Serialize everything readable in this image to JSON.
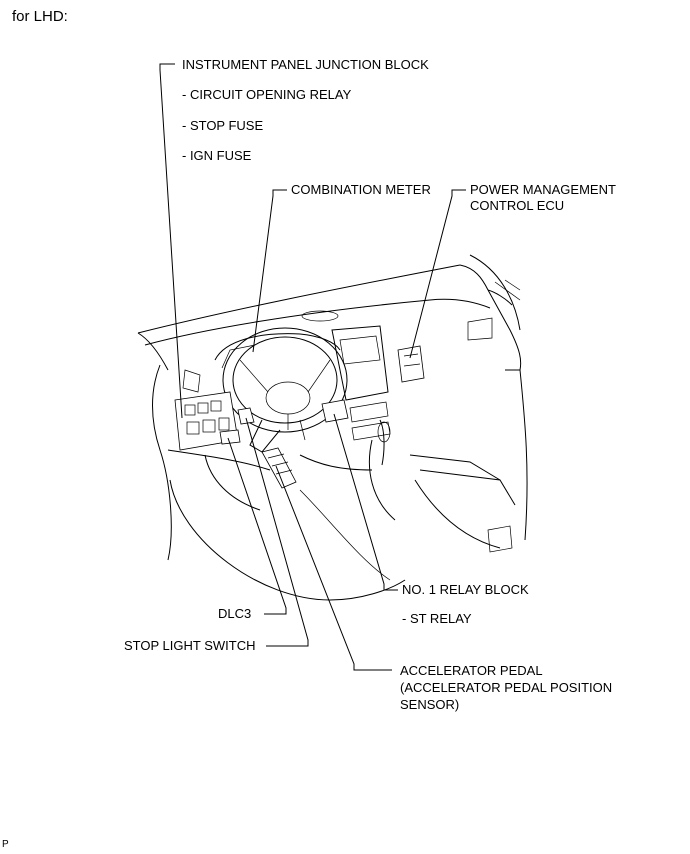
{
  "heading": "for LHD:",
  "corner_mark": "P",
  "labels": {
    "ip_junction_block": "INSTRUMENT PANEL JUNCTION BLOCK",
    "ip_sub": [
      "- CIRCUIT OPENING RELAY",
      "- STOP FUSE",
      "- IGN FUSE"
    ],
    "combination_meter": "COMBINATION METER",
    "power_mgmt_line1": "POWER MANAGEMENT",
    "power_mgmt_line2": "CONTROL ECU",
    "relay_block": "NO. 1 RELAY BLOCK",
    "relay_sub": "- ST RELAY",
    "dlc3": "DLC3",
    "stop_light_switch": "STOP LIGHT SWITCH",
    "accel_line1": "ACCELERATOR PEDAL",
    "accel_line2": "(ACCELERATOR PEDAL POSITION",
    "accel_line3": "SENSOR)"
  }
}
